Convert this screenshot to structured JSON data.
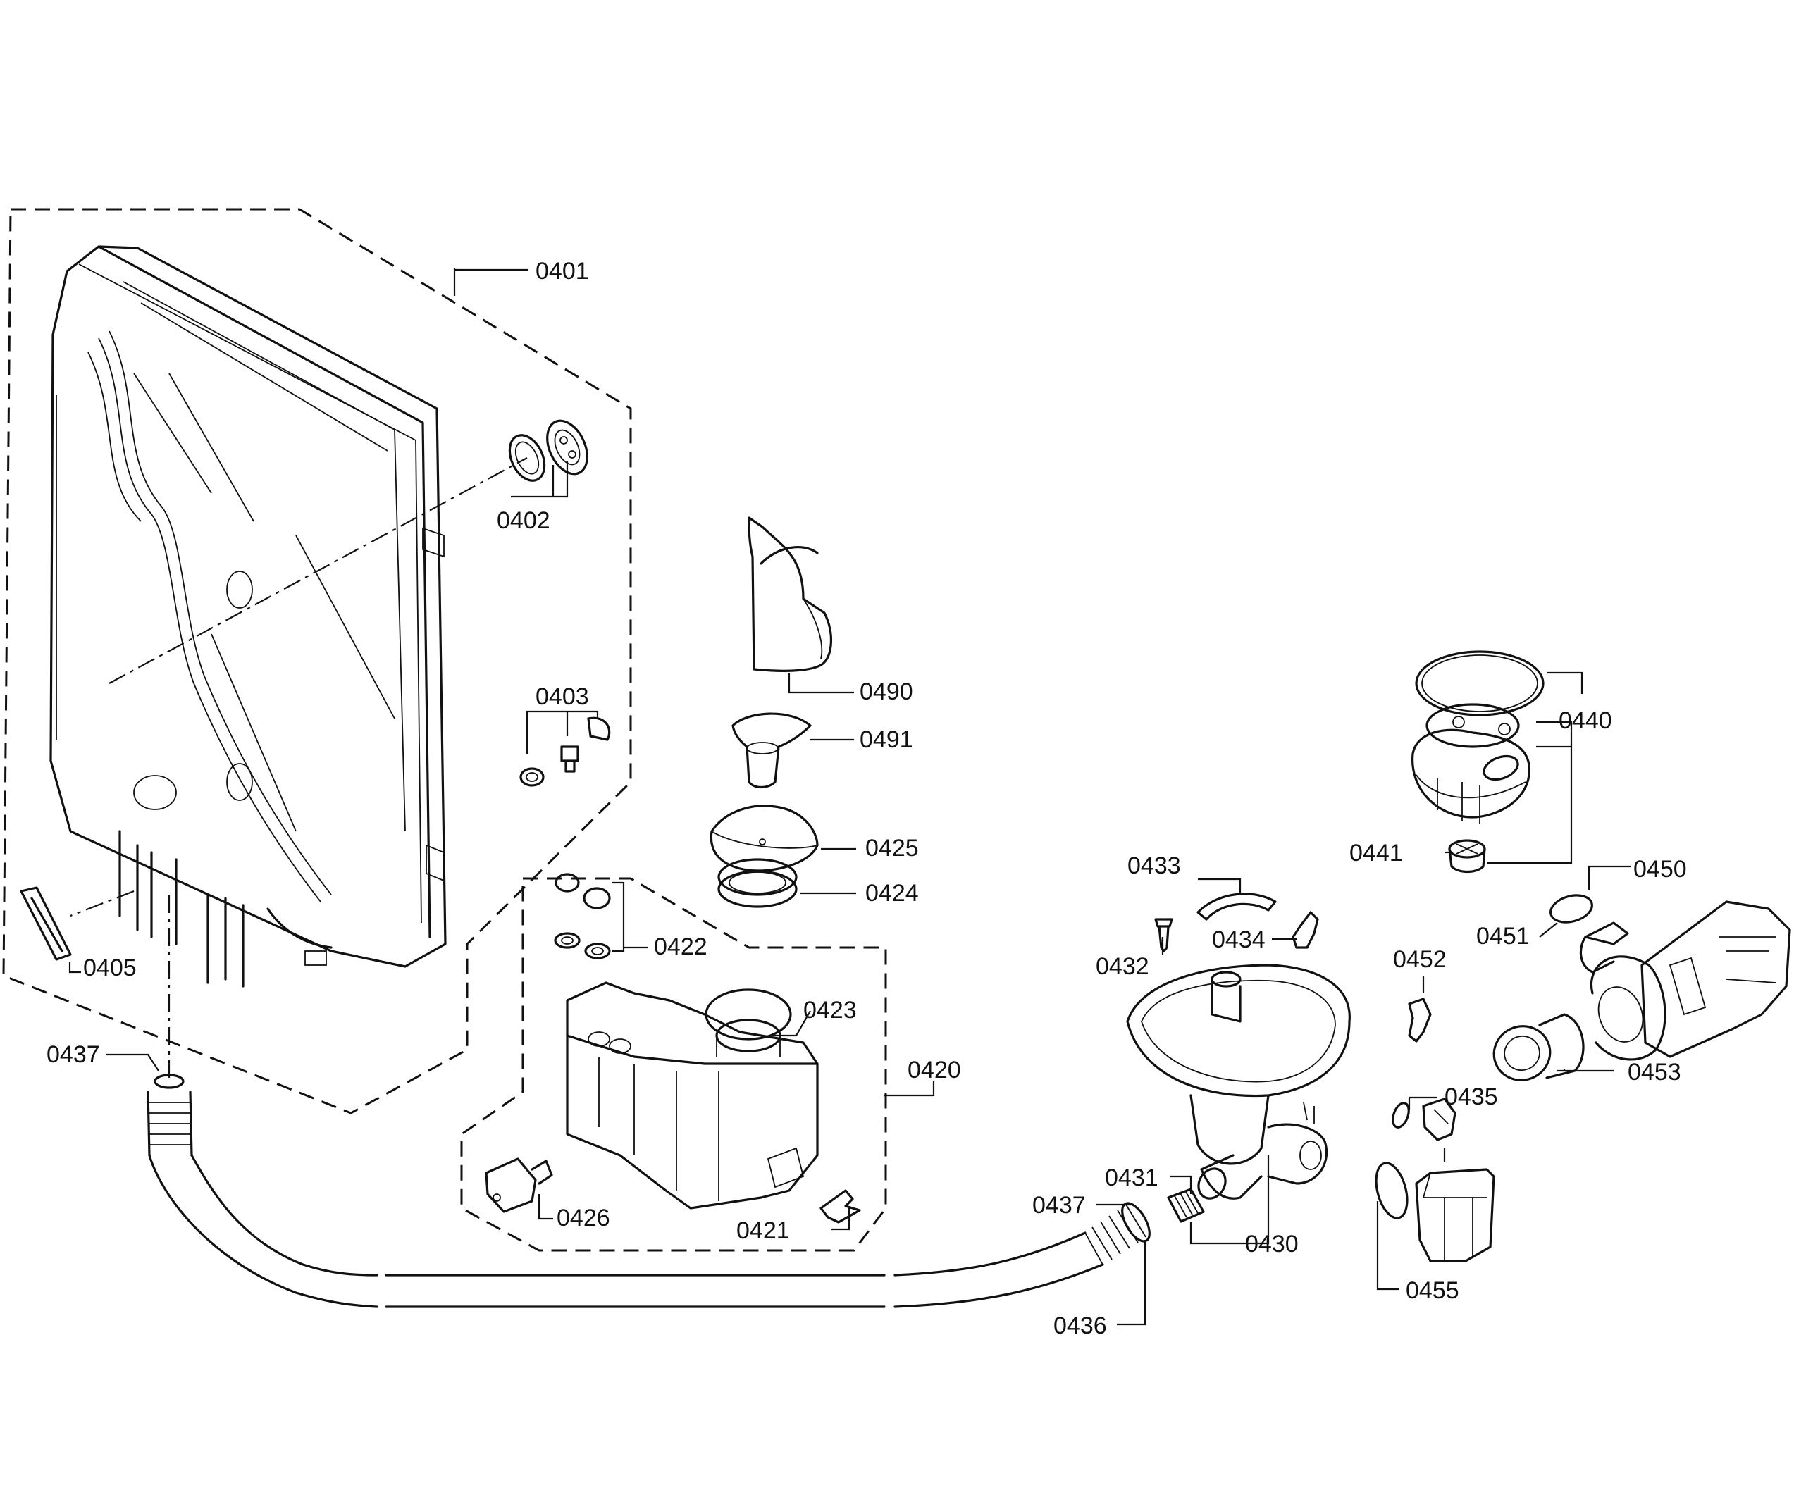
{
  "labels": {
    "p0401": "0401",
    "p0402": "0402",
    "p0403": "0403",
    "p0405": "0405",
    "p0437a": "0437",
    "p0490": "0490",
    "p0491": "0491",
    "p0425": "0425",
    "p0424": "0424",
    "p0422": "0422",
    "p0423": "0423",
    "p0420": "0420",
    "p0426": "0426",
    "p0421": "0421",
    "p0440": "0440",
    "p0441": "0441",
    "p0450": "0450",
    "p0451": "0451",
    "p0433": "0433",
    "p0432": "0432",
    "p0434": "0434",
    "p0452": "0452",
    "p0453": "0453",
    "p0435": "0435",
    "p0431": "0431",
    "p0437b": "0437",
    "p0430": "0430",
    "p0455": "0455",
    "p0436": "0436"
  }
}
